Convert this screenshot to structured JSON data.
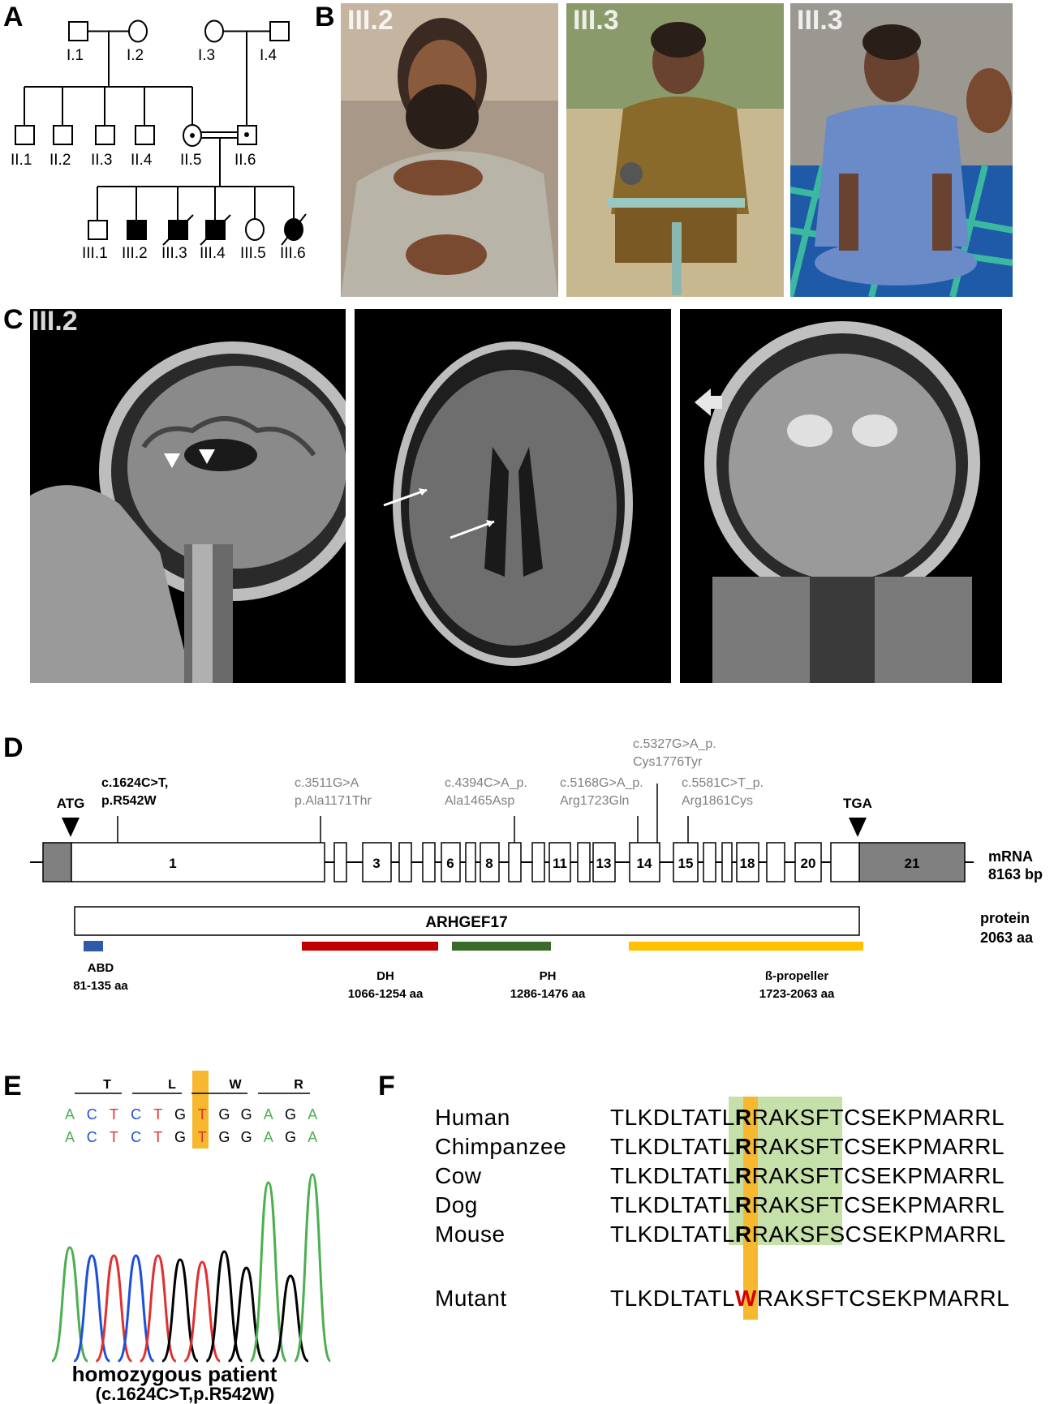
{
  "panels": {
    "A": "A",
    "B": "B",
    "C": "C",
    "D": "D",
    "E": "E",
    "F": "F"
  },
  "pedigree": {
    "gen1": [
      "I.1",
      "I.2",
      "I.3",
      "I.4"
    ],
    "gen2": [
      "II.1",
      "II.2",
      "II.3",
      "II.4",
      "II.5",
      "II.6"
    ],
    "gen3": [
      "III.1",
      "III.2",
      "III.3",
      "III.4",
      "III.5",
      "III.6"
    ]
  },
  "photos": {
    "tags": [
      "III.2",
      "III.3",
      "III.3"
    ],
    "colors": {
      "skin": "#8a5a3c",
      "bed": "#9e8c7a",
      "shirt": "#b8b4a8",
      "outdoor": "#c8b890",
      "kurta": "#8a6a2a",
      "blue_outfit": "#6a8ac8"
    }
  },
  "mri": {
    "tag": "III.2"
  },
  "gene": {
    "variant_main": [
      "c.1624C>T,",
      "p.R542W"
    ],
    "variants_other": [
      [
        "c.3511G>A",
        "p.Ala1171Thr"
      ],
      [
        "c.4394C>A_p.",
        "Ala1465Asp"
      ],
      [
        "c.5168G>A_p.",
        "Arg1723Gln"
      ],
      [
        "c.5327G>A_p.",
        "Cys1776Tyr"
      ],
      [
        "c.5581C>T_p.",
        "Arg1861Cys"
      ]
    ],
    "start_codon": "ATG",
    "stop_codon": "TGA",
    "exon_labels": [
      "1",
      "3",
      "6",
      "8",
      "11",
      "13",
      "14",
      "15",
      "18",
      "20",
      "21"
    ],
    "mrna_label": [
      "mRNA",
      "8163 bp"
    ],
    "protein_name": "ARHGEF17",
    "protein_label": [
      "protein",
      "2063 aa"
    ],
    "domains": [
      {
        "name": "ABD",
        "range": "81-135 aa",
        "color": "#2e5aa8"
      },
      {
        "name": "DH",
        "range": "1066-1254 aa",
        "color": "#c00000"
      },
      {
        "name": "PH",
        "range": "1286-1476 aa",
        "color": "#3a6b2a"
      },
      {
        "name": "ß-propeller",
        "range": "1723-2063 aa",
        "color": "#ffc000"
      }
    ],
    "colors": {
      "utr": "#808080",
      "variant_other": "#808080"
    }
  },
  "chromatogram": {
    "codons": [
      "T",
      "L",
      "W",
      "R"
    ],
    "seq_row1": [
      "A",
      "C",
      "T",
      "C",
      "T",
      "G",
      "T",
      "G",
      "G",
      "A",
      "G",
      "A"
    ],
    "seq_row2": [
      "A",
      "C",
      "T",
      "C",
      "T",
      "G",
      "T",
      "G",
      "G",
      "A",
      "G",
      "A"
    ],
    "caption": "homozygous patient",
    "subcaption": "(c.1624C>T,p.R542W)",
    "colors": {
      "A": "#4caf50",
      "C": "#1e4fd8",
      "T": "#e03030",
      "G": "#000000",
      "highlight": "#f5b82e"
    }
  },
  "alignment": {
    "species": [
      "Human",
      "Chimpanzee",
      "Cow",
      "Dog",
      "Mouse"
    ],
    "sequences": [
      [
        "TLKDLTATL",
        "R",
        "RAKSF",
        "TCSEKPMARRL"
      ],
      [
        "TLKDLTATL",
        "R",
        "RAKSF",
        "TCSEKPMARRL"
      ],
      [
        "TLKDLTATL",
        "R",
        "RAKSF",
        "TCSEKPMARRL"
      ],
      [
        "TLKDLTATL",
        "R",
        "RAKSF",
        "TCSEKPMARRL"
      ],
      [
        "TLKDLTATL",
        "R",
        "RAKSF",
        "SCSEKPMARRL"
      ]
    ],
    "mutant_label": "Mutant",
    "mutant_seq": [
      "TLKDLTATL",
      "W",
      "RAKSFTCSEKPMARRL"
    ],
    "colors": {
      "conserved_box": "#c5e0a8",
      "residue_bar": "#f5b82e",
      "mutant_residue": "#d00000"
    }
  }
}
